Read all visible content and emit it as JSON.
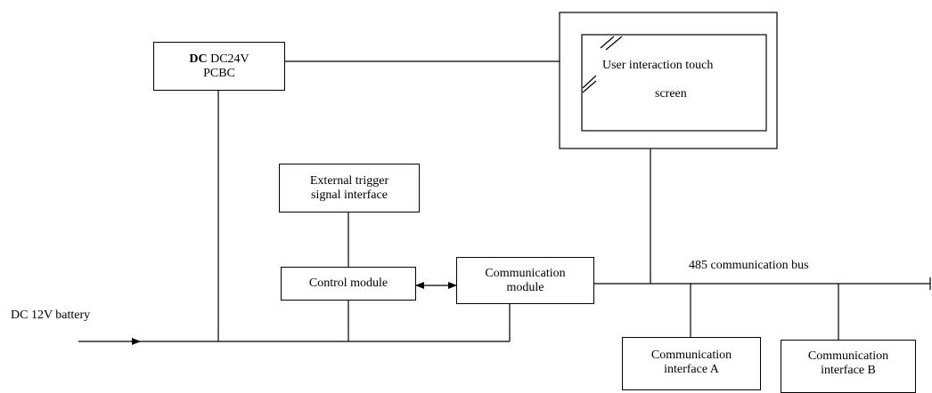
{
  "power_converter": {
    "line1_bold": "DC",
    "line1_rest": " DC24V",
    "line2": "PCBC"
  },
  "touch_screen": {
    "line1": "User interaction touch",
    "line2": "screen"
  },
  "external_trigger": {
    "line1": "External trigger",
    "line2": "signal interface"
  },
  "control_module": {
    "label": "Control module"
  },
  "communication_module": {
    "line1": "Communication",
    "line2": "module"
  },
  "bus": {
    "label": "485 communication bus"
  },
  "battery": {
    "label": "DC 12V battery"
  },
  "interface_a": {
    "line1": "Communication",
    "line2": "interface A"
  },
  "interface_b": {
    "line1": "Communication",
    "line2": "interface B"
  },
  "colors": {
    "line": "#000000",
    "background": "#ffffff"
  }
}
